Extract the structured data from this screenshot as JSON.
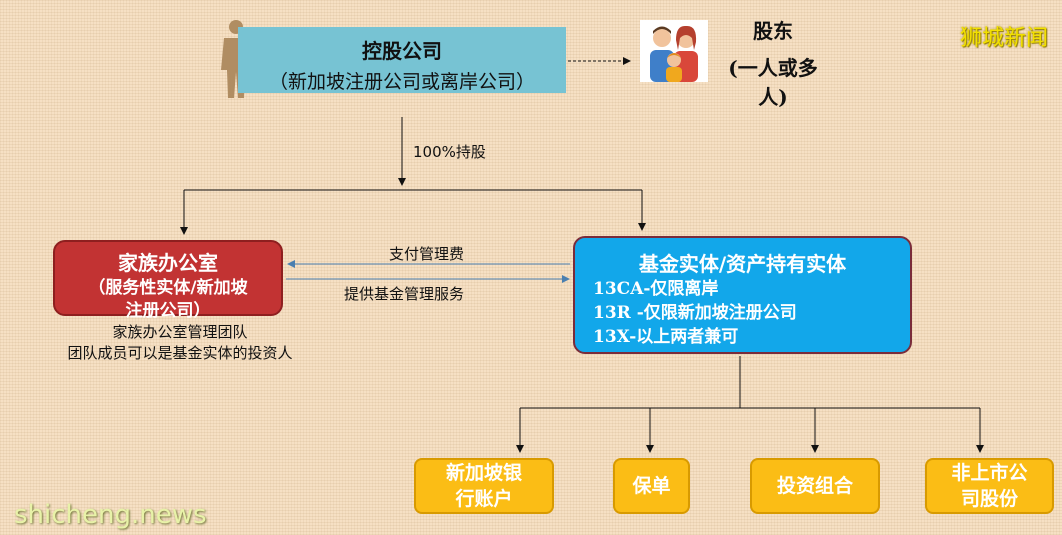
{
  "holding_company": {
    "title": "控股公司",
    "subtitle": "（新加坡注册公司或离岸公司）"
  },
  "shareholders": {
    "title": "股东",
    "subtitle": "(一人或多人)"
  },
  "brand": "狮城新闻",
  "ownership_label": "100%持股",
  "family_office": {
    "title": "家族办公室",
    "subtitle_line1": "（服务性实体/新加坡",
    "subtitle_line2": "注册公司）"
  },
  "family_office_note": {
    "line1": "家族办公室管理团队",
    "line2": "团队成员可以是基金实体的投资人"
  },
  "flows": {
    "pay_fee": "支付管理费",
    "provide_service": "提供基金管理服务"
  },
  "fund_entity": {
    "title": "基金实体/资产持有实体",
    "items": [
      "13CA-仅限离岸",
      "13R -仅限新加坡注册公司",
      "13X-以上两者兼可"
    ]
  },
  "assets": [
    {
      "line1": "新加坡银",
      "line2": "行账户"
    },
    {
      "line1": "保单",
      "line2": ""
    },
    {
      "line1": "投资组合",
      "line2": ""
    },
    {
      "line1": "非上市公",
      "line2": "司股份"
    }
  ],
  "watermark": "shicheng.news",
  "colors": {
    "holding": "#77c3d3",
    "family_office": "#c23333",
    "fund_entity": "#12a7ea",
    "assets": "#fbbd15"
  }
}
